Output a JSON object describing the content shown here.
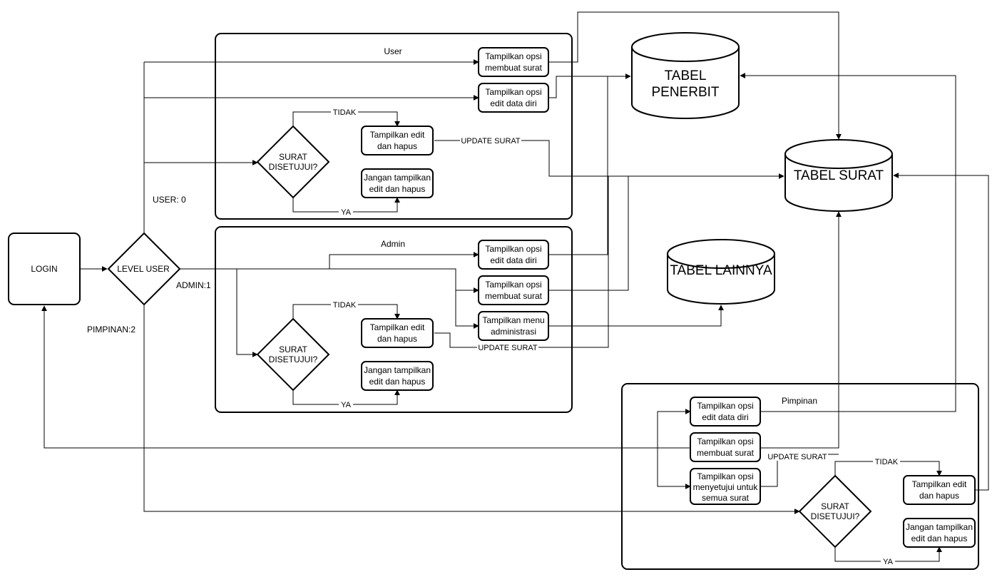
{
  "login": "LOGIN",
  "level_user": "LEVEL USER",
  "level_labels": {
    "user": "USER: 0",
    "admin": "ADMIN:1",
    "pimpinan": "PIMPINAN:2"
  },
  "databases": {
    "penerbit": [
      "TABEL",
      "PENERBIT"
    ],
    "surat": "TABEL SURAT",
    "lainnya": "TABEL LAINNYA"
  },
  "user_panel": {
    "title": "User",
    "opsi_surat": [
      "Tampilkan opsi",
      "membuat surat"
    ],
    "opsi_data": [
      "Tampilkan opsi",
      "edit data diri"
    ],
    "decision": [
      "SURAT",
      "DISETUJUI?"
    ],
    "edit_hapus": [
      "Tampilkan edit",
      "dan hapus"
    ],
    "jangan": [
      "Jangan tampilkan",
      "edit dan hapus"
    ],
    "tidak": "TIDAK",
    "ya": "YA",
    "update": "UPDATE SURAT"
  },
  "admin_panel": {
    "title": "Admin",
    "opsi_data": [
      "Tampilkan opsi",
      "edit data diri"
    ],
    "opsi_surat": [
      "Tampilkan opsi",
      "membuat surat"
    ],
    "menu_admin": [
      "Tampilkan menu",
      "administrasi"
    ],
    "decision": [
      "SURAT",
      "DISETUJUI?"
    ],
    "edit_hapus": [
      "Tampilkan edit",
      "dan hapus"
    ],
    "jangan": [
      "Jangan tampilkan",
      "edit dan hapus"
    ],
    "tidak": "TIDAK",
    "ya": "YA",
    "update": "UPDATE SURAT"
  },
  "pimpinan_panel": {
    "title": "Pimpinan",
    "opsi_data": [
      "Tampilkan opsi",
      "edit data diri"
    ],
    "opsi_surat": [
      "Tampilkan opsi",
      "membuat surat"
    ],
    "opsi_setuju": [
      "Tampilkan opsi",
      "menyetujui untuk",
      "semua surat"
    ],
    "decision": [
      "SURAT",
      "DISETUJUI?"
    ],
    "edit_hapus": [
      "Tampilkan edit",
      "dan hapus"
    ],
    "jangan": [
      "Jangan tampilkan",
      "edit dan hapus"
    ],
    "tidak": "TIDAK",
    "ya": "YA",
    "update": "UPDATE SURAT"
  }
}
